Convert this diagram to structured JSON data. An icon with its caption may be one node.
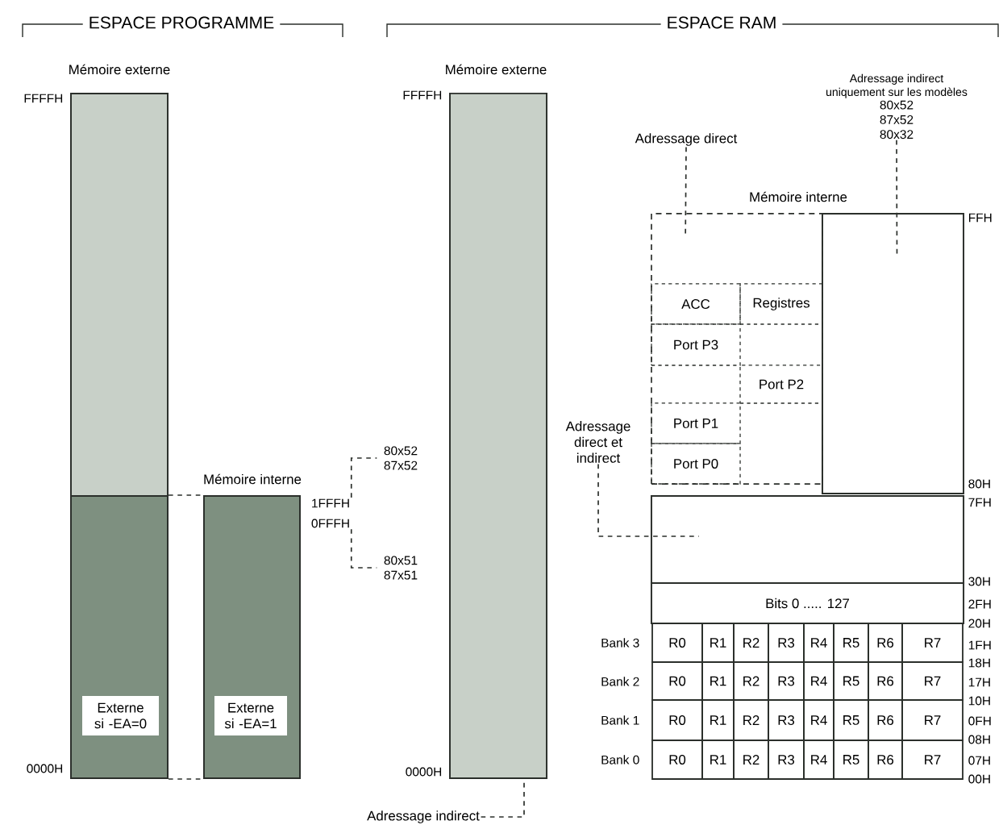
{
  "diagram": {
    "nodes": [
      {
        "text": [
          "Mémoire externe"
        ]
      },
      {
        "text": [],
        "shape": "bar"
      },
      {
        "text": [
          "Externe si -EA=0"
        ],
        "in": 1
      },
      {
        "text": [
          "Mémoire interne"
        ]
      },
      {
        "text": [
          "Externe si -EA=1"
        ],
        "in": 3
      },
      {
        "text": [
          "1FFFH"
        ]
      },
      {
        "text": [
          "0FFFH"
        ]
      },
      {
        "text": [
          "80x52 87x52"
        ]
      },
      {
        "text": [
          "80x51 87x51"
        ]
      },
      {
        "text": [
          "Mémoire externe"
        ]
      },
      {
        "text": [
          "Adressage indirect"
        ]
      },
      {
        "text": [
          "Adressage direct"
        ]
      },
      {
        "text": [
          "Adressage indirect uniquement sur les modèles",
          "80x52 87x52 80x32"
        ]
      },
      {
        "text": [],
        "shape": "box"
      },
      {
        "text": [
          "ACC"
        ],
        "in": 13
      },
      {
        "text": [
          "Registres"
        ],
        "in": 13
      },
      {
        "text": [
          "Port P3"
        ],
        "in": 13
      },
      {
        "text": [
          "Port P2"
        ],
        "in": 13
      },
      {
        "text": [
          "Port P1"
        ],
        "in": 13
      },
      {
        "text": [
          "Port P0"
        ],
        "in": 13
      },
      {
        "text": [],
        "shape": "box"
      },
      {
        "text": [
          "Adressage direct et indirect"
        ]
      },
      {
        "text": [],
        "shape": "box"
      },
      {
        "text": [
          "Bits 0 ..... 127"
        ]
      }
    ],
    "edges": [
      {
        "from": 1,
        "to": 3,
        "arrow": "none",
        "style": "dashed"
      },
      {
        "from": 1,
        "to": 3,
        "arrow": "none",
        "style": "dashed"
      },
      {
        "from": 5,
        "to": 7,
        "arrow": "none",
        "style": "dashed"
      },
      {
        "from": 6,
        "to": 8,
        "arrow": "none",
        "style": "dashed"
      },
      {
        "from": 10,
        "to": 9,
        "arrow": "none",
        "style": "dashed"
      },
      {
        "from": 11,
        "to": 13,
        "arrow": "none",
        "style": "dashed"
      },
      {
        "from": 12,
        "to": 20,
        "arrow": "none",
        "style": "dashed"
      },
      {
        "from": 21,
        "to": 22,
        "arrow": "none",
        "style": "dashed"
      }
    ],
    "labels": [
      "ESPACE PROGRAMME",
      "ESPACE RAM",
      "FFFFH",
      "FFFFH",
      "Mémoire interne",
      "FFH",
      "80H",
      "7FH",
      "30H",
      "2FH",
      "20H",
      "1FH",
      "18H",
      "17H",
      "10H",
      "0FH",
      "08H",
      "07H",
      "00H",
      "0000H",
      "0000H",
      "Bank 3",
      "Bank 2",
      "Bank 1",
      "Bank 0",
      "R0",
      "R1",
      "R2",
      "R3",
      "R4",
      "R5",
      "R6",
      "R7",
      "R0",
      "R1",
      "R2",
      "R3",
      "R4",
      "R5",
      "R6",
      "R7",
      "R0",
      "R1",
      "R2",
      "R3",
      "R4",
      "R5",
      "R6",
      "R7",
      "R0",
      "R1",
      "R2",
      "R3",
      "R4",
      "R5",
      "R6",
      "R7"
    ]
  }
}
